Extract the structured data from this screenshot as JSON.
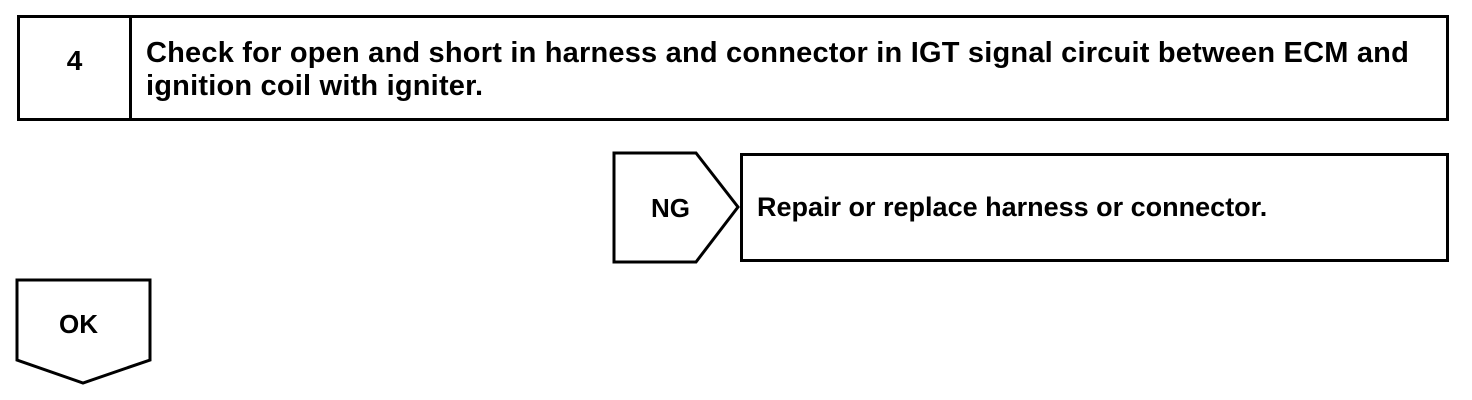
{
  "step": {
    "number": "4",
    "text": "Check for open and short in harness and connector in IGT signal circuit between ECM and ignition coil with igniter."
  },
  "ng_branch": {
    "label": "NG",
    "action": "Repair or replace harness or connector."
  },
  "ok_branch": {
    "label": "OK"
  },
  "colors": {
    "line": "#000000",
    "background": "#ffffff"
  }
}
